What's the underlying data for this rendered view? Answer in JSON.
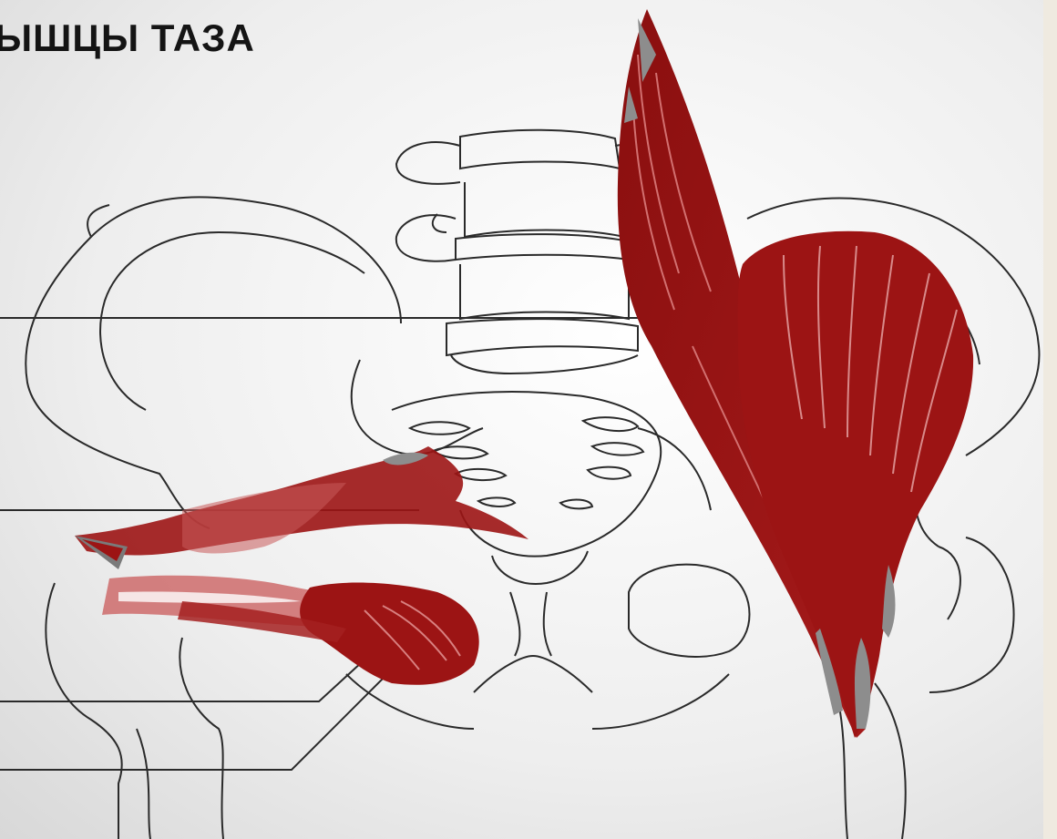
{
  "title": "ЫШЦЫ ТАЗА",
  "colors": {
    "muscle": "#9c1414",
    "muscle_dark": "#6e0c0c",
    "muscle_light": "#c95a5a",
    "tendon": "#8d8d8d",
    "bone_outline": "#2a2a2a"
  },
  "figure": {
    "subject": "pelvis-with-muscles",
    "structures": [
      "pelvis-outline",
      "lumbar-vertebra",
      "sacrum",
      "iliopsoas-muscle",
      "piriformis-muscle",
      "obturator-muscle",
      "gemellus-muscles",
      "pointer-lines"
    ]
  }
}
